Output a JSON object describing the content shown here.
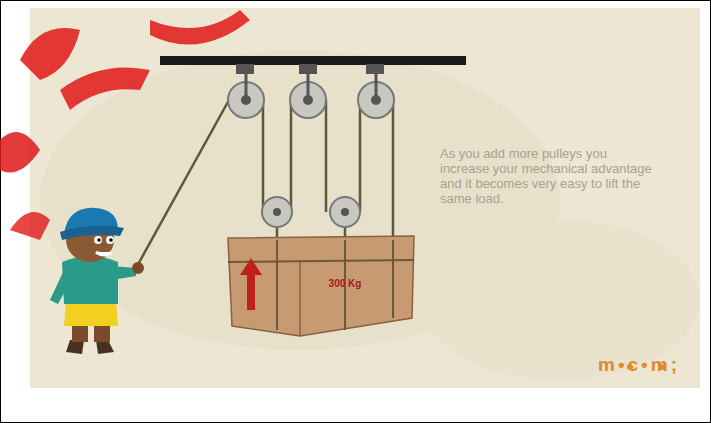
{
  "diagram": {
    "nodes": [
      {
        "text": [
          "300 Kg"
        ]
      }
    ],
    "labels": [
      "As you add more pulleys you increase your mechanical advantage and it becomes very easy to lift the same load.",
      "m•c•m;"
    ]
  }
}
